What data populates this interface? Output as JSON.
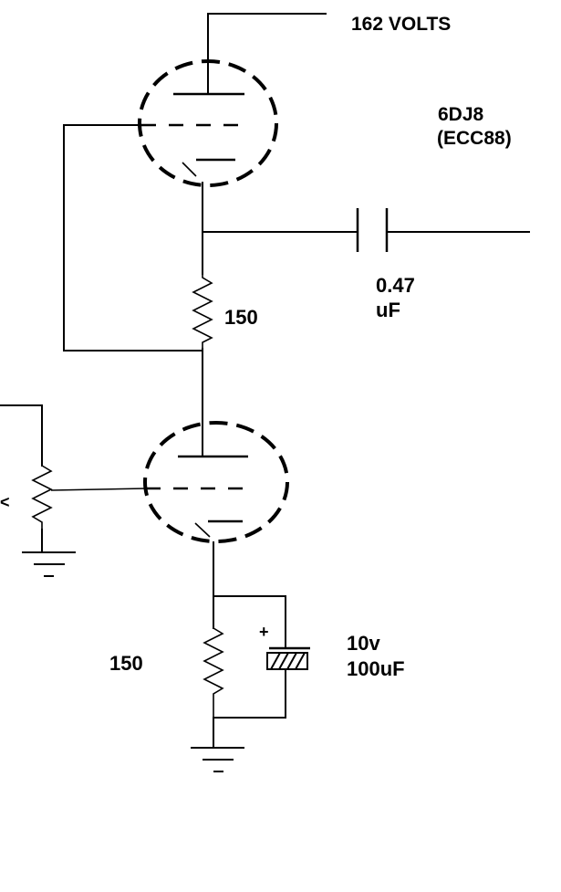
{
  "labels": {
    "supply_voltage": "162 VOLTS",
    "tube_type": "6DJ8",
    "tube_equivalent": "(ECC88)",
    "coupling_cap_value": "0.47",
    "coupling_cap_unit": "uF",
    "middle_resistor": "150",
    "cathode_resistor": "150",
    "bypass_cap_voltage": "10v",
    "bypass_cap_value": "100uF",
    "input_marker": "<",
    "bypass_cap_polarity": "+"
  }
}
